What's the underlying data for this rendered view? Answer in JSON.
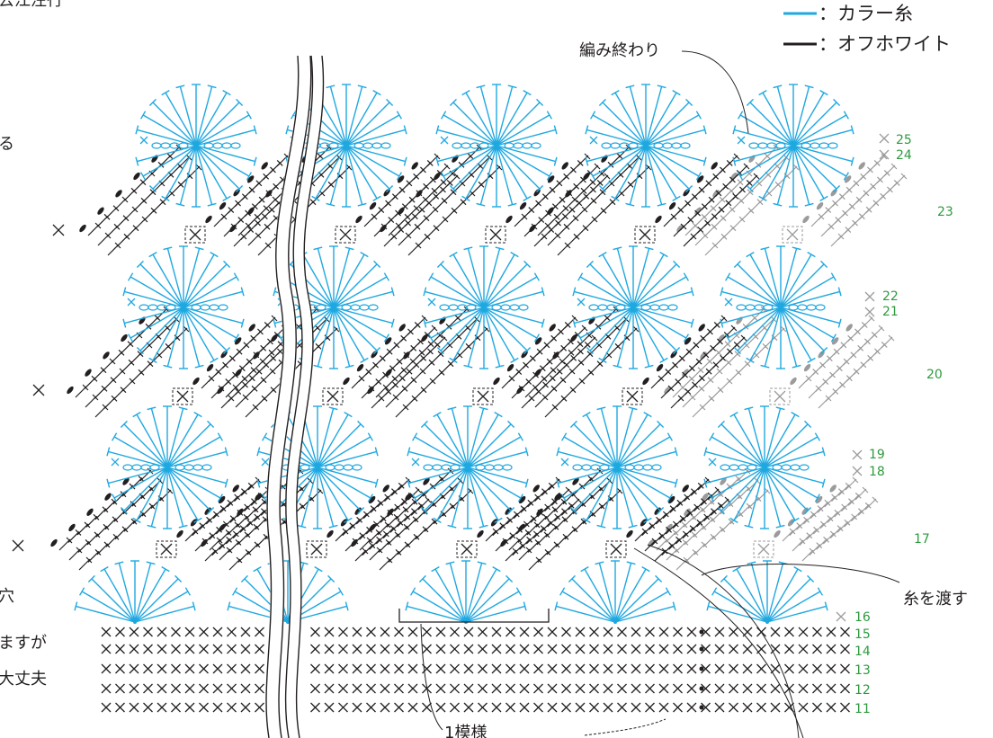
{
  "legend": {
    "items": [
      {
        "label": "：カラー糸",
        "color": "#1fa8e0"
      },
      {
        "label": "：オフホワイト",
        "color": "#231f20"
      }
    ]
  },
  "annotations": {
    "top_partial": "去江注行",
    "end_label": "編み終わり",
    "pass_yarn": "糸を渡す",
    "one_pattern": "1模様",
    "left_fragment_1": "る",
    "left_fragment_2": "穴",
    "left_fragment_3": "ますが",
    "left_fragment_4": "大丈夫"
  },
  "row_numbers": [
    "25",
    "24",
    "23",
    "22",
    "21",
    "20",
    "19",
    "18",
    "17",
    "16",
    "15",
    "14",
    "13",
    "12",
    "11"
  ],
  "colors": {
    "accent": "#1fa8e0",
    "dark": "#231f20",
    "gray": "#9b9b9b",
    "row_number": "#2e9a3e"
  },
  "icons": {
    "single_crochet": "x-mark",
    "chain": "oval",
    "treble": "t-stitch",
    "slip_stitch": "dot"
  }
}
